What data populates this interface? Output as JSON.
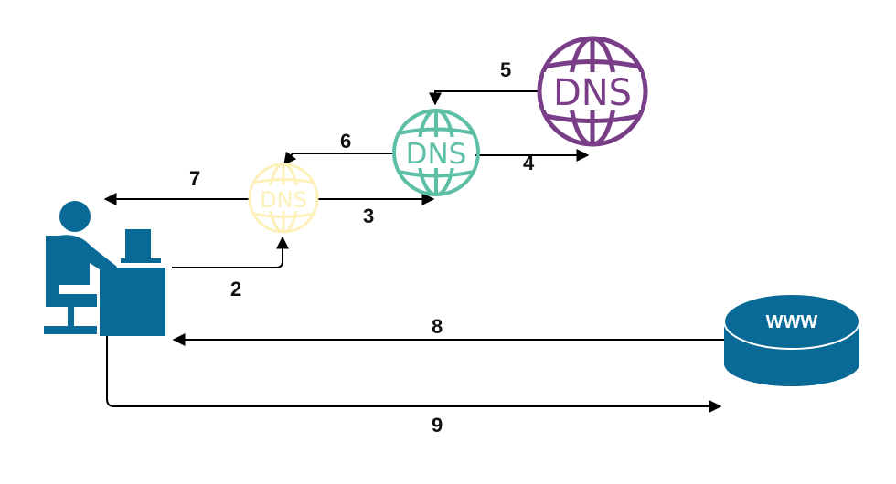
{
  "nodes": {
    "dns_small": {
      "label": "DNS",
      "color": "#fdf0b8"
    },
    "dns_medium": {
      "label": "DNS",
      "color": "#5dbfa5"
    },
    "dns_large": {
      "label": "DNS",
      "color": "#7a3d88"
    },
    "web_server": {
      "label": "WWW",
      "color": "#0a6a97"
    },
    "user": {
      "icon": "user-at-computer-icon",
      "color": "#0a6a97"
    }
  },
  "edges": [
    {
      "label": "2",
      "from": "user",
      "to": "dns_small"
    },
    {
      "label": "3",
      "from": "dns_small",
      "to": "dns_medium"
    },
    {
      "label": "4",
      "from": "dns_medium",
      "to": "dns_large"
    },
    {
      "label": "5",
      "from": "dns_large",
      "to": "dns_medium"
    },
    {
      "label": "6",
      "from": "dns_medium",
      "to": "dns_small"
    },
    {
      "label": "7",
      "from": "dns_small",
      "to": "user"
    },
    {
      "label": "8",
      "from": "web_server",
      "to": "user"
    },
    {
      "label": "9",
      "from": "user",
      "to": "web_server"
    }
  ]
}
